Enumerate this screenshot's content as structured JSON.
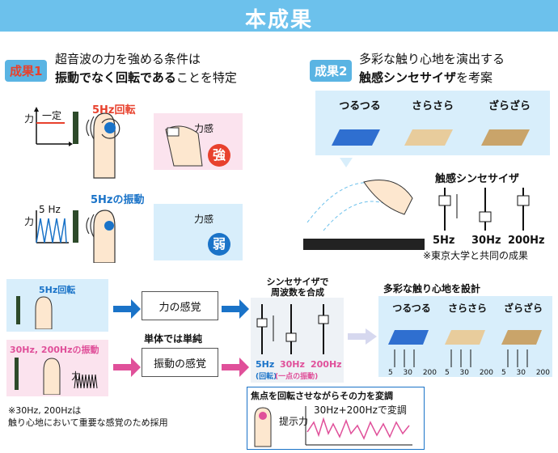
{
  "banner": {
    "title": "本成果"
  },
  "result1": {
    "badge": "成果1",
    "line1": "超音波の力を強める条件は",
    "line2_bold": "振動でなく回転である",
    "line2_rest": "ことを特定",
    "rotation_label": "5Hz回転",
    "constant_label": "一定",
    "force_axis": "力",
    "force_sense": "力感",
    "strong": "強",
    "vibration_label": "5Hzの振動",
    "hz_label": "5 Hz",
    "weak": "弱"
  },
  "result2": {
    "badge": "成果2",
    "line1": "多彩な触り心地を演出する",
    "line2_bold": "触感シンセサイザ",
    "line2_rest": "を考案",
    "textures": [
      "つるつる",
      "さらさら",
      "ざらざら"
    ],
    "synth_title": "触感シンセサイザ",
    "freqs": [
      "5Hz",
      "30Hz",
      "200Hz"
    ],
    "note": "※東京大学と共同の成果"
  },
  "bottom": {
    "rot_label": "5Hz回転",
    "vib_label": "30Hz, 200Hzの振動",
    "force_axis": "力",
    "force_box": "力の感覚",
    "vib_box": "振動の感覚",
    "single_note": "単体では単純",
    "synth_head1": "シンセサイザで",
    "synth_head2": "周波数を合成",
    "f1": "5Hz",
    "f1_sub": "(回転)",
    "f2": "30Hz",
    "f2_sub": "(一点の振動)",
    "f3": "200Hz",
    "design_title": "多彩な触り心地を設計",
    "textures": [
      "つるつる",
      "さらさら",
      "ざらざら"
    ],
    "tick_labels": [
      "5",
      "30",
      "200"
    ],
    "modulate_title": "焦点を回転させながらその力を変調",
    "present_force": "提示力",
    "mod_label": "30Hz+200Hzで変調",
    "footnote1": "※30Hz, 200Hzは",
    "footnote2": "触り心地において重要な感覚のため採用"
  },
  "colors": {
    "banner": "#6cc1ec",
    "red": "#e8412d",
    "blue": "#1a73c8",
    "pink": "#e0509a"
  }
}
